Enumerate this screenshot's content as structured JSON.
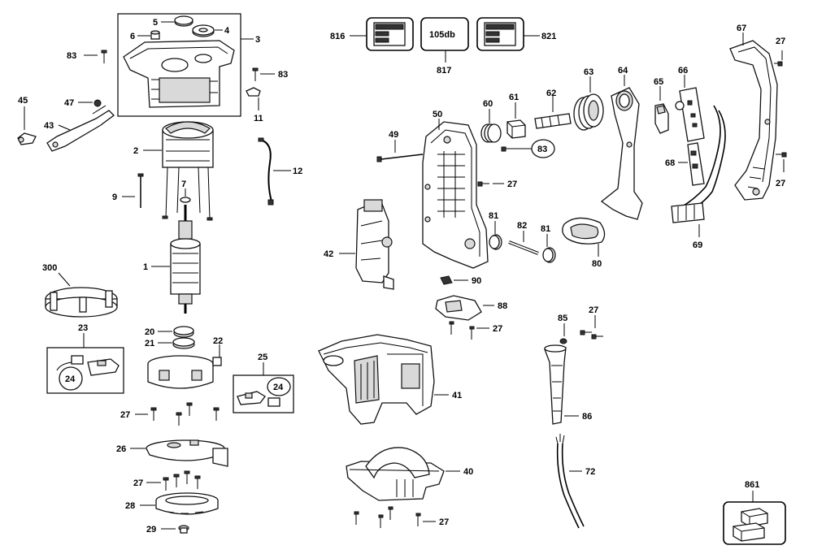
{
  "labels": {
    "l1": "1",
    "l2": "2",
    "l3": "3",
    "l4": "4",
    "l5": "5",
    "l6": "6",
    "l7": "7",
    "l9": "9",
    "l11": "11",
    "l12": "12",
    "l20": "20",
    "l21": "21",
    "l22": "22",
    "l23": "23",
    "l24a": "24",
    "l24b": "24",
    "l25": "25",
    "l26": "26",
    "l27a": "27",
    "l27b": "27",
    "l27c": "27",
    "l27d": "27",
    "l27e": "27",
    "l27f": "27",
    "l27g": "27",
    "l27h": "27",
    "l28": "28",
    "l29": "29",
    "l40": "40",
    "l41": "41",
    "l42": "42",
    "l43": "43",
    "l45": "45",
    "l47": "47",
    "l49": "49",
    "l50": "50",
    "l60": "60",
    "l61": "61",
    "l62": "62",
    "l63": "63",
    "l64": "64",
    "l65": "65",
    "l66": "66",
    "l67": "67",
    "l68": "68",
    "l69": "69",
    "l72": "72",
    "l80": "80",
    "l81a": "81",
    "l81b": "81",
    "l82": "82",
    "l83a": "83",
    "l83b": "83",
    "l83c": "83",
    "l85": "85",
    "l86": "86",
    "l88": "88",
    "l90": "90",
    "l300": "300",
    "l816": "816",
    "l817": "817",
    "l821": "821",
    "l861": "861"
  },
  "label_817_box": "105db"
}
